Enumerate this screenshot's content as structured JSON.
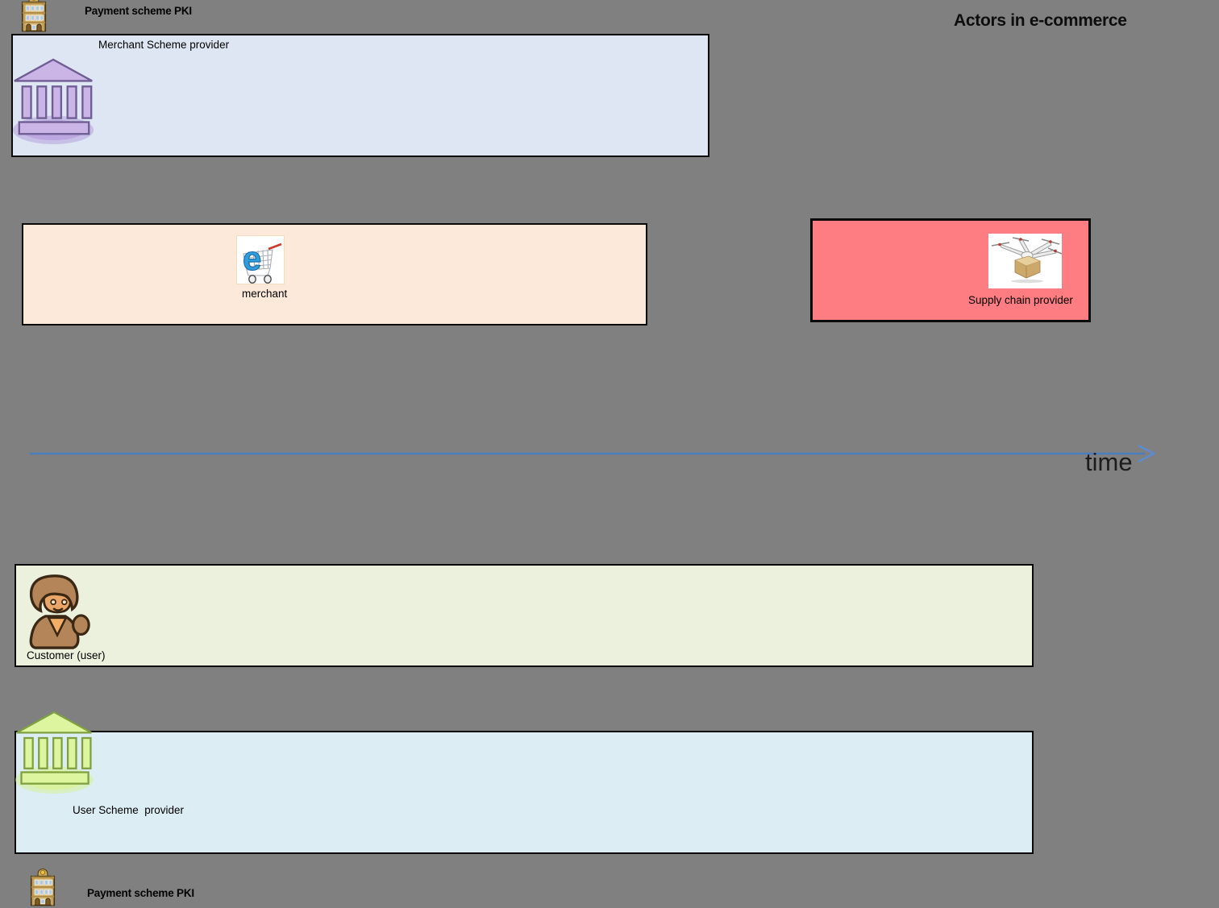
{
  "title": "Actors in e-commerce",
  "colors": {
    "background": "#808080",
    "timeline_arrow": "#4a7ebd",
    "merchant_scheme_bg": "#dde6f2",
    "merchant_bg": "#fce9da",
    "supply_chain_bg": "#fd7d82",
    "customer_bg": "#ecf1de",
    "user_scheme_bg": "#dcedf4",
    "box_border": "#0a0a0a"
  },
  "pki_top": {
    "label": "Payment scheme PKI",
    "icon": "bank-building-icon"
  },
  "pki_bottom": {
    "label": "Payment scheme PKI",
    "icon": "bank-building-icon"
  },
  "timeline": {
    "label": "time"
  },
  "boxes": {
    "merchant_scheme": {
      "label": "Merchant Scheme provider",
      "icon": "classical-bank-icon-purple"
    },
    "merchant": {
      "label": "merchant",
      "icon": "shopping-cart-icon"
    },
    "supply_chain": {
      "label": "Supply chain provider",
      "icon": "delivery-drone-icon"
    },
    "customer": {
      "label": "Customer (user)",
      "icon": "person-icon"
    },
    "user_scheme": {
      "label": "User Scheme  provider",
      "icon": "classical-bank-icon-green"
    }
  }
}
